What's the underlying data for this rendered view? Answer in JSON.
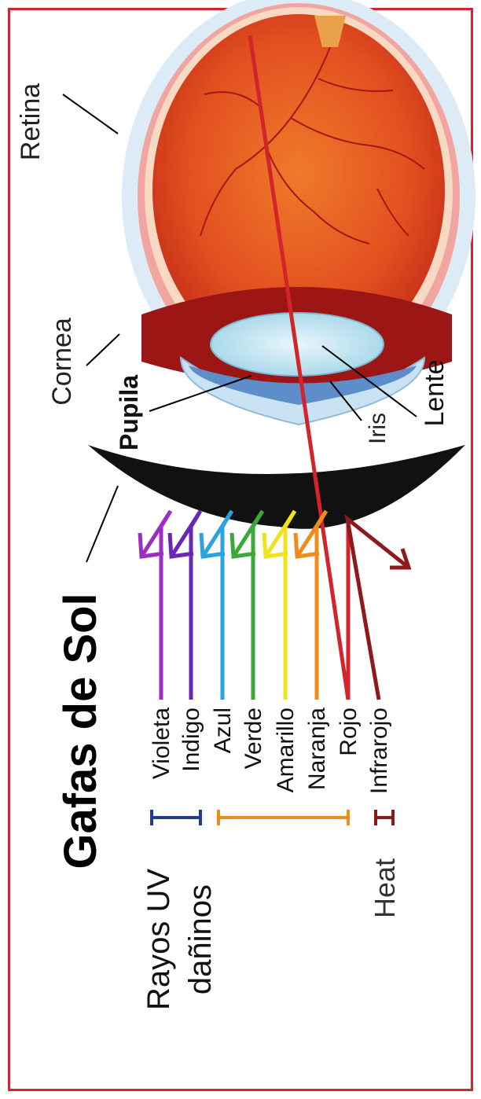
{
  "title": "Gafas de Sol",
  "eye_labels": {
    "retina": "Retina",
    "cornea": "Cornea",
    "pupila": "Pupila",
    "iris": "Iris",
    "lente": "Lente"
  },
  "spectrum": [
    {
      "label": "Violeta",
      "color": "#9b2fc2"
    },
    {
      "label": "Indigo",
      "color": "#6a26b5"
    },
    {
      "label": "Azul",
      "color": "#2aa3e0"
    },
    {
      "label": "Verde",
      "color": "#3ba83a"
    },
    {
      "label": "Amarillo",
      "color": "#f2e21b"
    },
    {
      "label": "Naranja",
      "color": "#f08c1e"
    },
    {
      "label": "Rojo",
      "color": "#d3242b"
    },
    {
      "label": "Infrarojo",
      "color": "#8e1a1e"
    }
  ],
  "groups": {
    "uv_label_1": "Rayos UV",
    "uv_label_2": "dañinos",
    "heat_label": "Heat"
  },
  "colors": {
    "frame": "#d3242b",
    "uv_bracket": "#1f3f8f",
    "visible_bracket": "#f08c1e",
    "heat_bracket": "#8e1a1e",
    "lens": "#111111"
  }
}
